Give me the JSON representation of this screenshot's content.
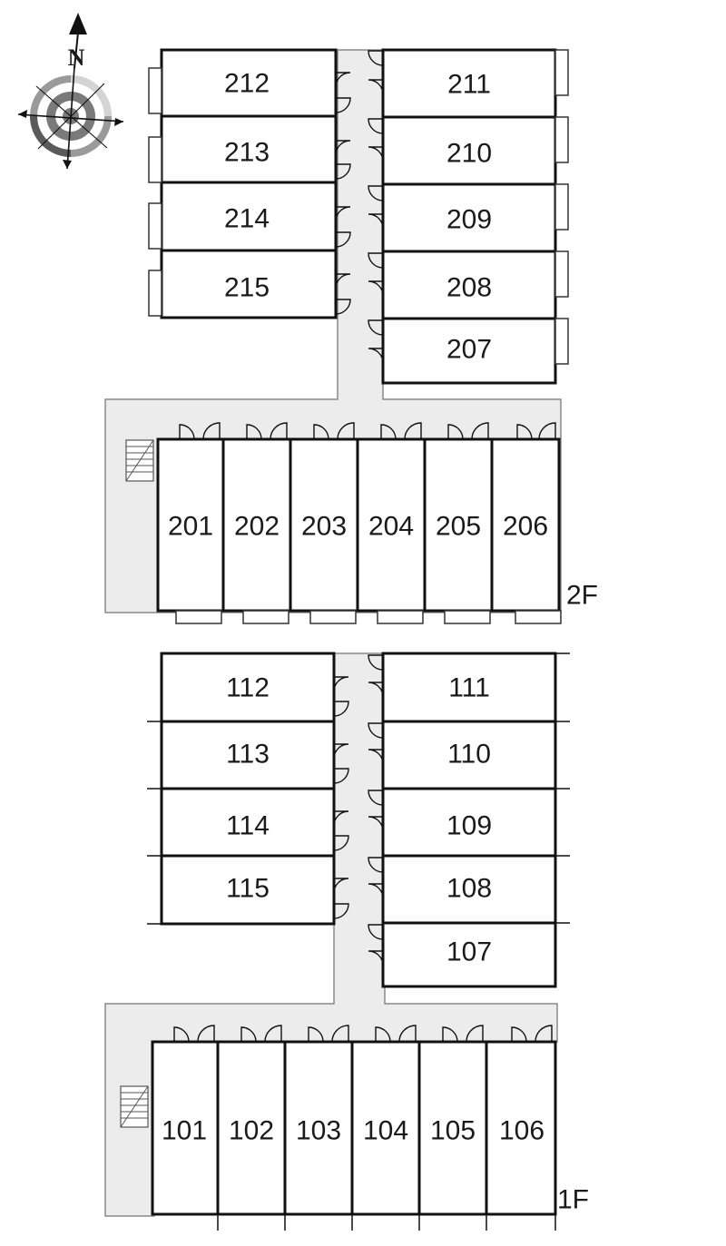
{
  "compass": {
    "north_label": "N"
  },
  "floors": [
    {
      "label": "2F",
      "rooms": [
        "212",
        "211",
        "213",
        "210",
        "214",
        "209",
        "215",
        "208",
        "207",
        "201",
        "202",
        "203",
        "204",
        "205",
        "206"
      ]
    },
    {
      "label": "1F",
      "rooms": [
        "112",
        "111",
        "113",
        "110",
        "114",
        "109",
        "115",
        "108",
        "107",
        "101",
        "102",
        "103",
        "104",
        "105",
        "106"
      ]
    }
  ],
  "colors": {
    "corridor": "#ececec",
    "wall": "#111111",
    "room_fill": "#ffffff"
  }
}
